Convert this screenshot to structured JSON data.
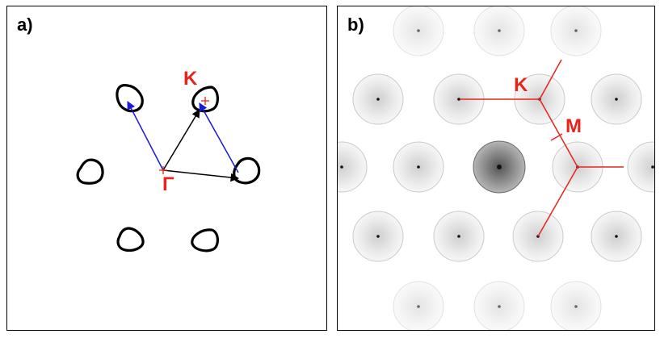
{
  "panel_a": {
    "label": "a)",
    "gamma_label": "Γ",
    "k_label": "K",
    "colors": {
      "pocket": "#000000",
      "black_arrow": "#000000",
      "blue_arrow": "#1a1ad6",
      "marker": "#e8231b"
    }
  },
  "panel_b": {
    "label": "b)",
    "k_label": "K",
    "m_label": "M",
    "colors": {
      "path": "#e8231b",
      "blob_center": "#111111",
      "blob_fill": "#dedede"
    }
  }
}
